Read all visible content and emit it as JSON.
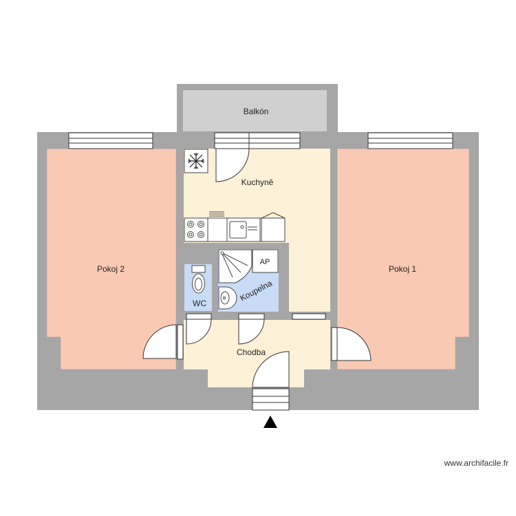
{
  "rooms": {
    "balkon": "Balkón",
    "kuchyne": "Kuchyně",
    "pokoj2": "Pokoj 2",
    "pokoj1": "Pokoj 1",
    "wc": "WC",
    "koupelna": "Koupelna",
    "chodba": "Chodba",
    "ap": "AP"
  },
  "watermark": "www.archifacile.fr",
  "colors": {
    "wall": "#a6a6a6",
    "balcony": "#d0d0d0",
    "bedroom": "#f9c9b3",
    "kitchen": "#fdf1d8",
    "bathroom": "#c9dcf5",
    "fixture": "#ffffff",
    "line": "#333333"
  }
}
